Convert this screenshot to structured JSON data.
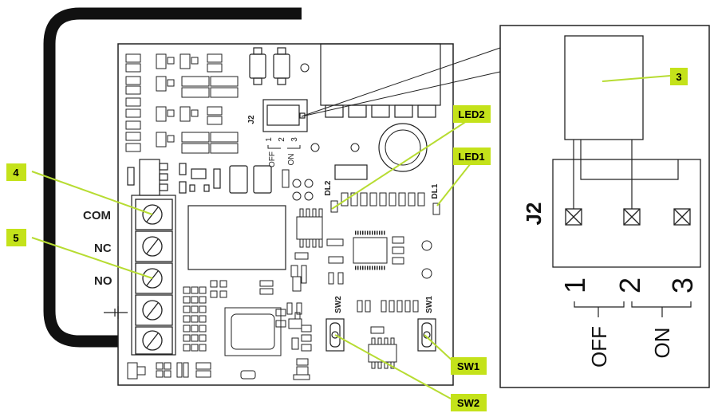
{
  "callouts": {
    "c3": "3",
    "c4": "4",
    "c5": "5",
    "led2": "LED2",
    "led1": "LED1",
    "sw1": "SW1",
    "sw2": "SW2"
  },
  "terminals": {
    "com": "COM",
    "nc": "NC",
    "no": "NO"
  },
  "board_silk": {
    "j2": "J2",
    "pin1": "1",
    "pin2": "2",
    "pin3": "3",
    "off": "OFF",
    "on": "ON",
    "dl2": "DL2",
    "dl1": "DL1",
    "sw2": "SW2",
    "sw1": "SW1"
  },
  "detail": {
    "j2": "J2",
    "pin1": "1",
    "pin2": "2",
    "pin3": "3",
    "off": "OFF",
    "on": "ON"
  },
  "colors": {
    "callout_bg": "#c4e21a",
    "leader": "#b7dc32",
    "cable": "#111111",
    "line": "#222222"
  }
}
